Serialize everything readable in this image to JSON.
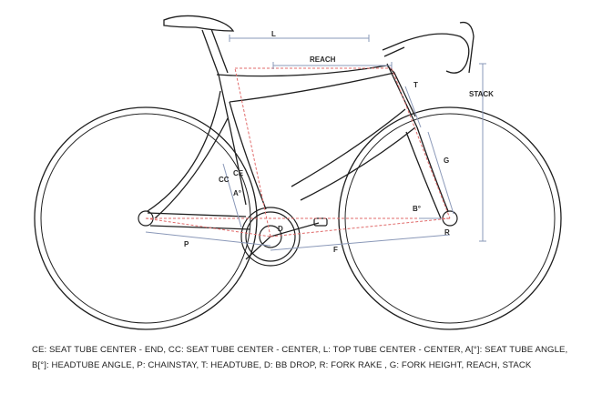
{
  "labels": {
    "L": "L",
    "reach": "REACH",
    "stack": "STACK",
    "T": "T",
    "G": "G",
    "B": "B°",
    "R": "R",
    "CC": "CC",
    "CE": "CE",
    "A": "A°",
    "D": "D",
    "P": "P",
    "F": "F"
  },
  "caption": "CE: SEAT TUBE CENTER - END, CC: SEAT TUBE CENTER - CENTER, L: TOP TUBE CENTER - CENTER, A[°]: SEAT TUBE ANGLE, B[°]: HEADTUBE ANGLE, P: CHAINSTAY, T: HEADTUBE, D: BB DROP, R: FORK RAKE , G: FORK HEIGHT, REACH, STACK",
  "colors": {
    "line": "#1f1f1f",
    "dimension": "#8a98b8",
    "reference": "#e06b6b"
  }
}
